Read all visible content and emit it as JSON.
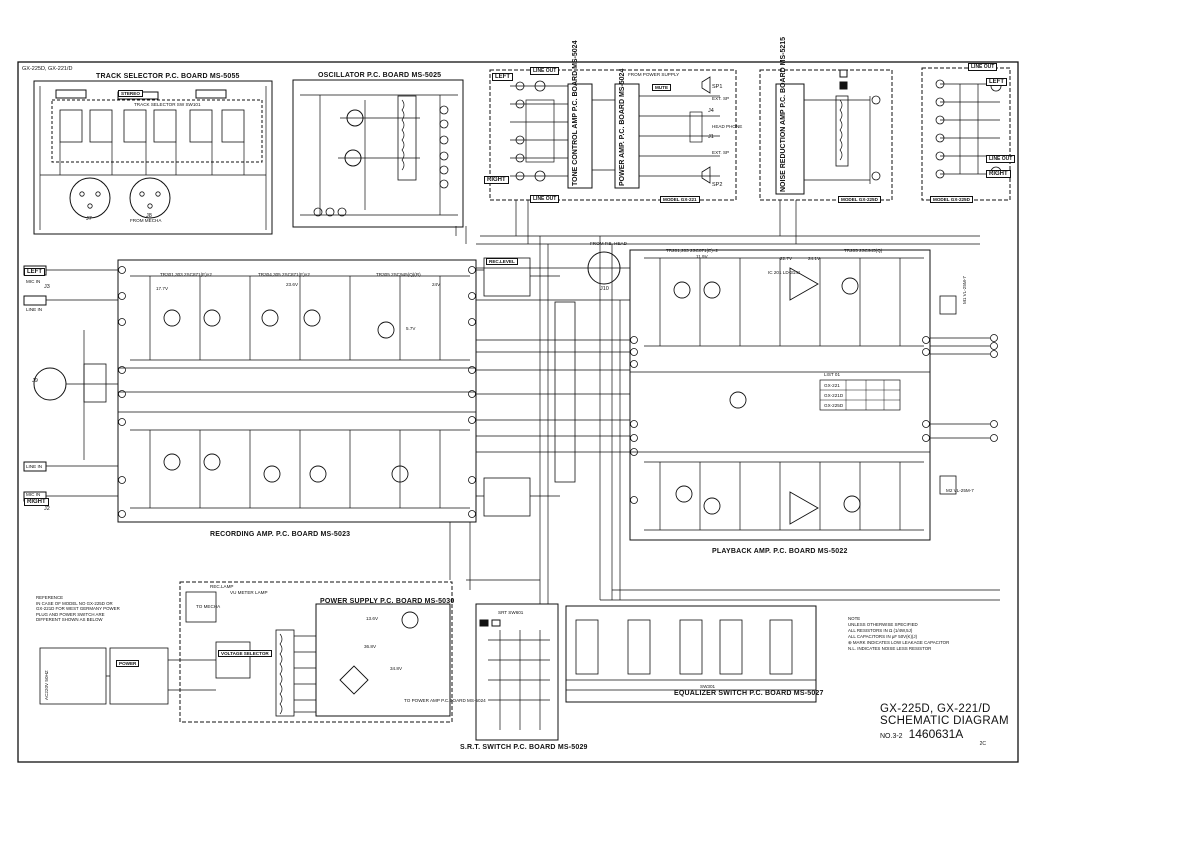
{
  "sheet": {
    "corner_label": "GX-225D, GX-221/D",
    "title_block": {
      "model": "GX-225D, GX-221/D",
      "type": "SCHEMATIC DIAGRAM",
      "sheet_no": "NO.3-2",
      "doc_no": "1460631A",
      "rev": "2C"
    }
  },
  "boards": {
    "track_selector": "TRACK SELECTOR P.C. BOARD MS-5055",
    "oscillator": "OSCILLATOR P.C. BOARD MS-5025",
    "tone_control": "TONE CONTROL AMP P.C. BOARD MS-5024",
    "power_amp": "POWER AMP. P.C. BOARD MS-5024",
    "noise_reduction": "NOISE REDUCTION AMP P.C. BOARD MS-5215",
    "recording_amp": "RECORDING AMP. P.C. BOARD MS-5023",
    "playback_amp": "PLAYBACK AMP. P.C. BOARD MS-5022",
    "power_supply": "POWER SUPPLY P.C. BOARD MS-5030",
    "srt_switch": "S.R.T. SWITCH P.C. BOARD MS-5029",
    "equalizer_switch": "EQUALIZER SWITCH P.C. BOARD MS-5027"
  },
  "connectors": {
    "left": "LEFT",
    "right": "RIGHT",
    "line_out": "LINE OUT",
    "line_in": "LINE IN",
    "mic_in": "MIC IN",
    "from_mecha": "FROM MECHA",
    "from_pb_head": "FROM P.B. HEAD",
    "rec_level": "REC.LEVEL",
    "muting": "MUTE",
    "head_phone": "HEAD PHONE",
    "ext_sp": "EXT. SP",
    "from_power_supply": "FROM POWER SUPPLY",
    "model_gx221": "MODEL GX-221",
    "model_gx225d": "MODEL GX-225D",
    "stereo": "STEREO",
    "track_sel_sw": "TRACK SELECTOR SW SW101",
    "j7": "J7",
    "j8": "J8",
    "j9": "J9",
    "j10": "J10",
    "j1": "J1",
    "j2": "J2",
    "j3": "J3",
    "j4": "J4",
    "sp1": "SP1",
    "sp2": "SP2",
    "vu_meter": "M2 VL-25M-7",
    "vu_meter_1": "M1 VL-25M-7",
    "tr_rec": "TR301,303 2SC871(E)×2",
    "tr_rec2": "TR304,305 2SC871(E)×2",
    "tr_rec3": "TR305 2SC945(Q)(R)",
    "tr_pb": "TR201,203 2SC871(E)×2",
    "tr_pb2": "TR205 2SC945(Q)",
    "ic_pb": "IC 201 LD-3141",
    "list": "LIST 01",
    "list_rows": [
      "GX-221",
      "GX-221D",
      "GX-225D"
    ],
    "voltage_selector": "VOLTAGE SELECTOR",
    "power_sw": "POWER",
    "ac_label": "AC220V 50HZ",
    "to_power_amp": "TO POWER AMP P.C.BOARD MS-5024",
    "eq_sw": "SW301",
    "srt_sw": "SRT SW601",
    "rec_lamp": "REC.LAMP",
    "vu_meter_lamp": "VU METER LAMP",
    "to_mecha": "TO MECHA"
  },
  "notes": {
    "header": "NOTE",
    "lines": [
      "UNLESS OTHERWISE SPECIFIED",
      "ALL RESISTORS IN Ω (1/4W,5J)",
      "ALL CAPACITORS IN μF 50V(K)(J)",
      "⊛ MARK INDICATES LOW LEAKAGE CAPACITOR",
      "N.L. INDICATES NOISE LESS RESISTOR"
    ]
  },
  "reference": {
    "header": "REFERENCE",
    "lines": [
      "IN CASE OF MODEL NO GX-225D OR",
      "GX-221D FOR WEST GERMANY POWER",
      "PLUG AND POWER SWITCH ARE",
      "DIFFERENT SHOWN AS BELOW"
    ]
  },
  "voltages": [
    "13.6V",
    "24.1V",
    "24V",
    "36.8V",
    "34.8V",
    "11.9V",
    "17.7V",
    "22.7V",
    "5.7V",
    "23.6V"
  ]
}
